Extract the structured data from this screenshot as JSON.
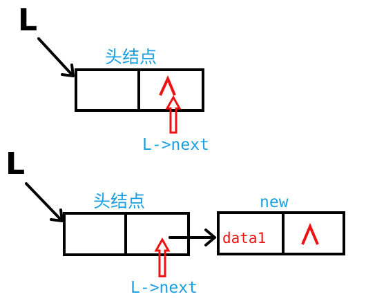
{
  "colors": {
    "black": "#000000",
    "label_blue": "#1a9fe0",
    "red": "#ee1111"
  },
  "icons": {
    "null_marker": "caret-up-icon",
    "pointer_arrow": "hollow-up-arrow-icon"
  },
  "top": {
    "list_var": "L",
    "head_label": "头结点",
    "null_symbol": "^",
    "next_label": "L->next"
  },
  "bottom": {
    "list_var": "L",
    "head_label": "头结点",
    "new_label": "new",
    "data_label": "data1",
    "null_symbol": "^",
    "next_label": "L->next"
  }
}
